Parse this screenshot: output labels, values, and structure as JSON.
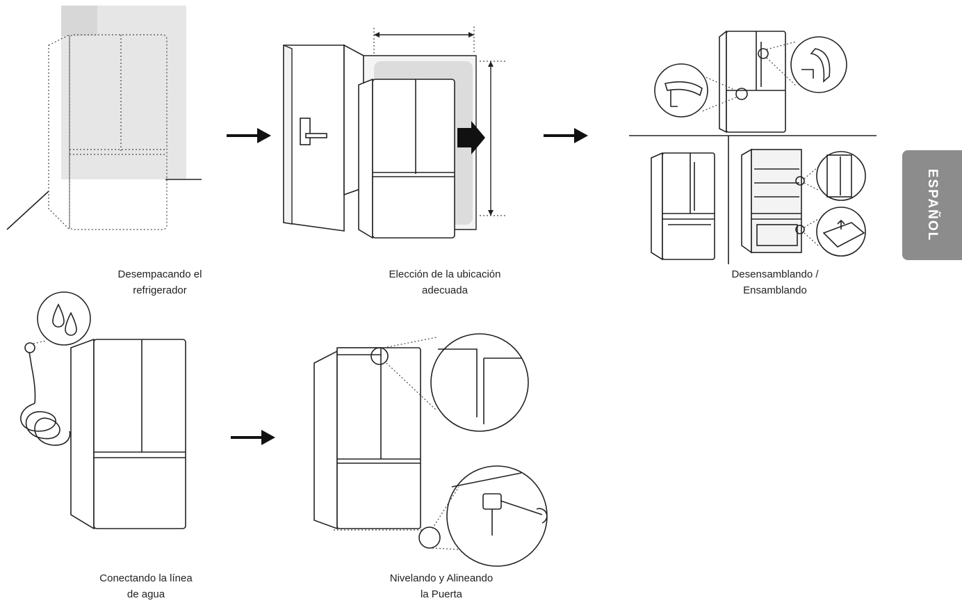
{
  "steps": [
    {
      "id": "unpacking",
      "lines": [
        "Desempacando el",
        "refrigerador"
      ]
    },
    {
      "id": "location",
      "lines": [
        "Elección de la ubicación",
        "adecuada"
      ]
    },
    {
      "id": "assembly",
      "lines": [
        "Desensamblando /",
        "Ensamblando"
      ]
    },
    {
      "id": "water-line",
      "lines": [
        "Conectando la línea",
        "de agua"
      ]
    },
    {
      "id": "leveling",
      "lines": [
        "Nivelando y Alineando",
        "la Puerta"
      ]
    }
  ],
  "language_tab": {
    "label": "ESPAÑOL",
    "color": "#8c8c8c"
  },
  "icons": {
    "arrow": "right-arrow-icon",
    "water": "water-drops-icon"
  }
}
